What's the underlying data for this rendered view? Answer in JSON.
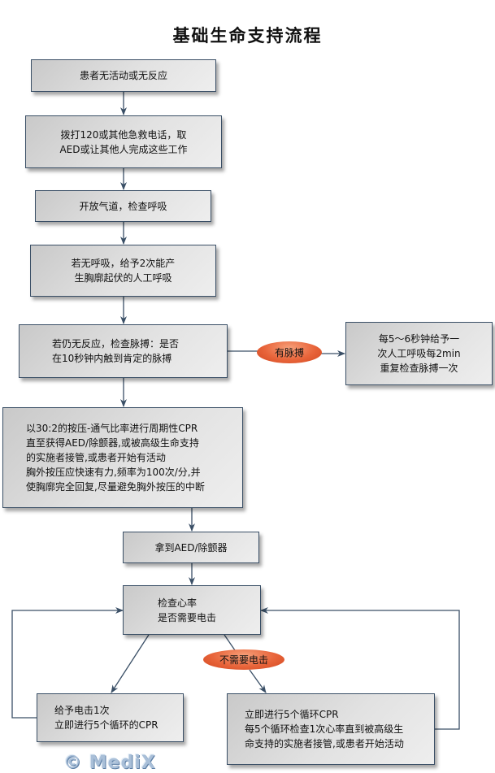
{
  "title": "基础生命支持流程",
  "nodes": {
    "n1": "患者无活动或无反应",
    "n2": "拨打120或其他急救电话，取\nAED或让其他人完成这些工作",
    "n3": "开放气道，检查呼吸",
    "n4": "若无呼吸，给予2次能产\n生胸廓起伏的人工呼吸",
    "n5": "若仍无反应，检查脉搏：是否\n在10秒钟内触到肯定的脉搏",
    "n6": "每5～6秒钟给予一\n次人工呼吸每2min\n重复检查脉搏一次",
    "n7": "以30:2的按压-通气比率进行周期性CPR\n直至获得AED/除颤器,或被高级生命支持\n的实施者接管,或患者开始有活动\n胸外按压应快速有力,频率为100次/分,并\n使胸廓完全回复,尽量避免胸外按压的中断",
    "n8": "拿到AED/除颤器",
    "n9": "检查心率\n是否需要电击",
    "n10": "给予电击1次\n立即进行5个循环的CPR",
    "n11": "立即进行5个循环CPR\n每5个循环检查1次心率直到被高级生\n命支持的实施者接管,或患者开始活动"
  },
  "labels": {
    "has_pulse": "有脉搏",
    "no_shock": "不需要电击"
  },
  "watermark": "© MediX",
  "colors": {
    "line": "#3a4f66",
    "oval": "#e8643a",
    "box_fill": "#dcdcdc"
  }
}
